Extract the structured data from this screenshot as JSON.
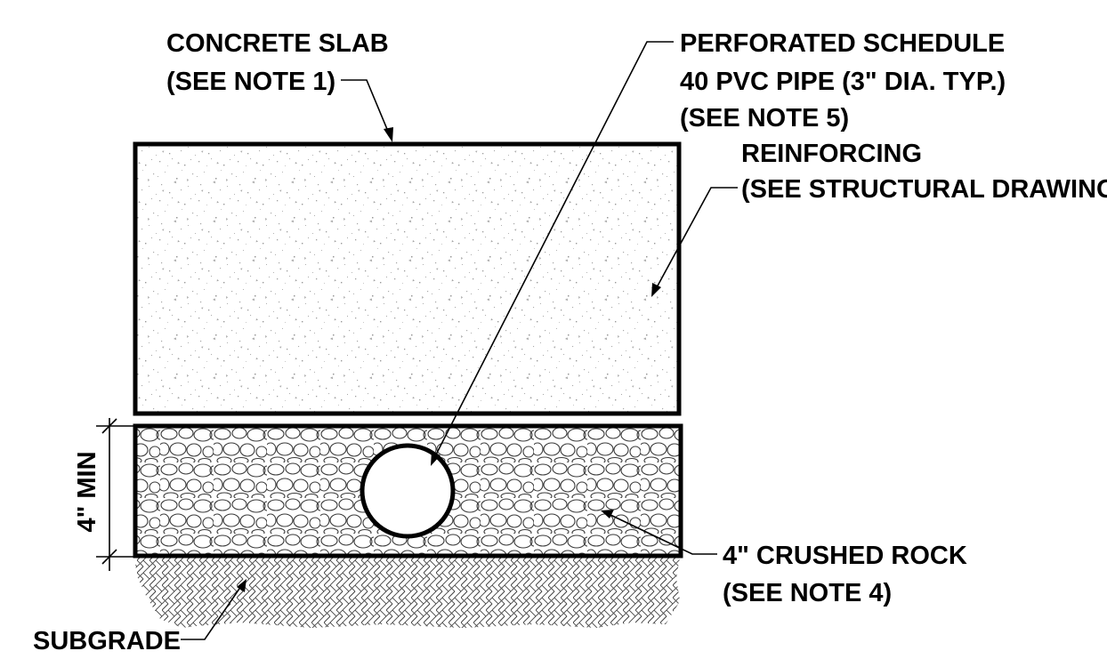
{
  "labels": {
    "slab_line1": "CONCRETE SLAB",
    "slab_line2": "(SEE NOTE 1)",
    "pipe_line1": "PERFORATED SCHEDULE",
    "pipe_line2": "40 PVC PIPE (3\" DIA. TYP.)",
    "pipe_line3": "(SEE NOTE 5)",
    "reinf_line1": "REINFORCING",
    "reinf_line2": "(SEE STRUCTURAL DRAWINGS)",
    "rock_line1": "4\" CRUSHED ROCK",
    "rock_line2": "(SEE NOTE 4)",
    "subgrade": "SUBGRADE",
    "dimension": "4\" MIN"
  },
  "colors": {
    "line": "#000000",
    "stipple": "#9a9a9a",
    "rock": "#333333",
    "background": "#ffffff"
  }
}
